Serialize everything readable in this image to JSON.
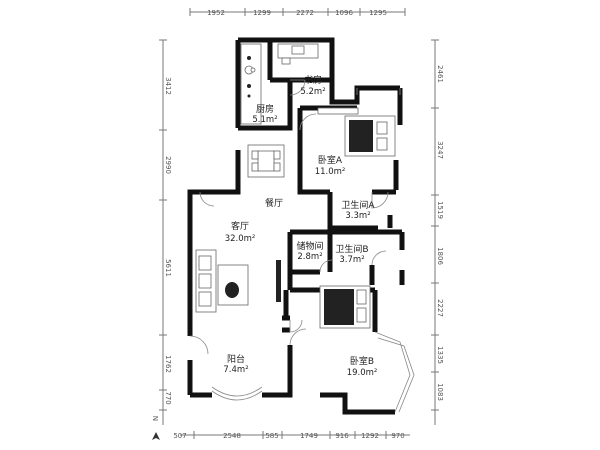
{
  "dims_top": [
    "1952",
    "1299",
    "2272",
    "1096",
    "1295"
  ],
  "dims_bottom": [
    "507",
    "2548",
    "585",
    "1749",
    "916",
    "1292",
    "970"
  ],
  "dims_left": [
    "3412",
    "2990",
    "5611",
    "1762",
    "770"
  ],
  "dims_right": [
    "2461",
    "3247",
    "1519",
    "1806",
    "2227",
    "1335",
    "1083"
  ],
  "north_label": "N",
  "rooms": [
    {
      "name": "书房",
      "area": "5.2m²"
    },
    {
      "name": "厨房",
      "area": "5.1m²"
    },
    {
      "name": "卧室A",
      "area": "11.0m²"
    },
    {
      "name": "餐厅",
      "area": ""
    },
    {
      "name": "卫生间A",
      "area": "3.3m²"
    },
    {
      "name": "客厅",
      "area": "32.0m²"
    },
    {
      "name": "储物间",
      "area": "2.8m²"
    },
    {
      "name": "卫生间B",
      "area": "3.7m²"
    },
    {
      "name": "阳台",
      "area": "7.4m²"
    },
    {
      "name": "卧室B",
      "area": "19.0m²"
    }
  ]
}
